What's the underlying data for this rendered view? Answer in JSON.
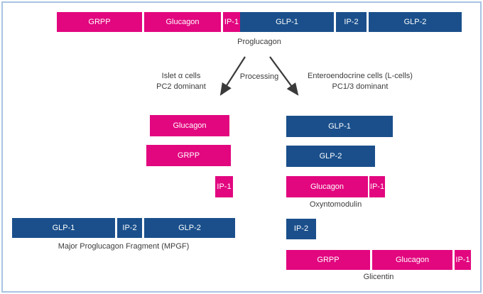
{
  "colors": {
    "pink": "#E2067F",
    "blue": "#1A4F8B",
    "frame_border": "#A9C3E3",
    "text": "#3C3C3C",
    "box_text": "#FFFFFF",
    "arrow": "#3A3A3A"
  },
  "proglucagon": {
    "label": "Proglucagon",
    "segments": [
      "GRPP",
      "Glucagon",
      "IP-1",
      "GLP-1",
      "IP-2",
      "GLP-2"
    ]
  },
  "processing": {
    "label": "Processing",
    "left": {
      "line1": "Islet α cells",
      "line2": "PC2 dominant"
    },
    "right": {
      "line1": "Enteroendocrine cells (L-cells)",
      "line2": "PC1/3 dominant"
    }
  },
  "left_products": {
    "glucagon": "Glucagon",
    "grpp": "GRPP",
    "ip1": "IP-1",
    "mpgf": {
      "label": "Major Proglucagon Fragment (MPGF)",
      "segments": [
        "GLP-1",
        "IP-2",
        "GLP-2"
      ]
    }
  },
  "right_products": {
    "glp1": "GLP-1",
    "glp2": "GLP-2",
    "oxyntomodulin": {
      "label": "Oxyntomodulin",
      "segments": [
        "Glucagon",
        "IP-1"
      ]
    },
    "ip2": "IP-2",
    "glicentin": {
      "label": "Glicentin",
      "segments": [
        "GRPP",
        "Glucagon",
        "IP-1"
      ]
    }
  }
}
